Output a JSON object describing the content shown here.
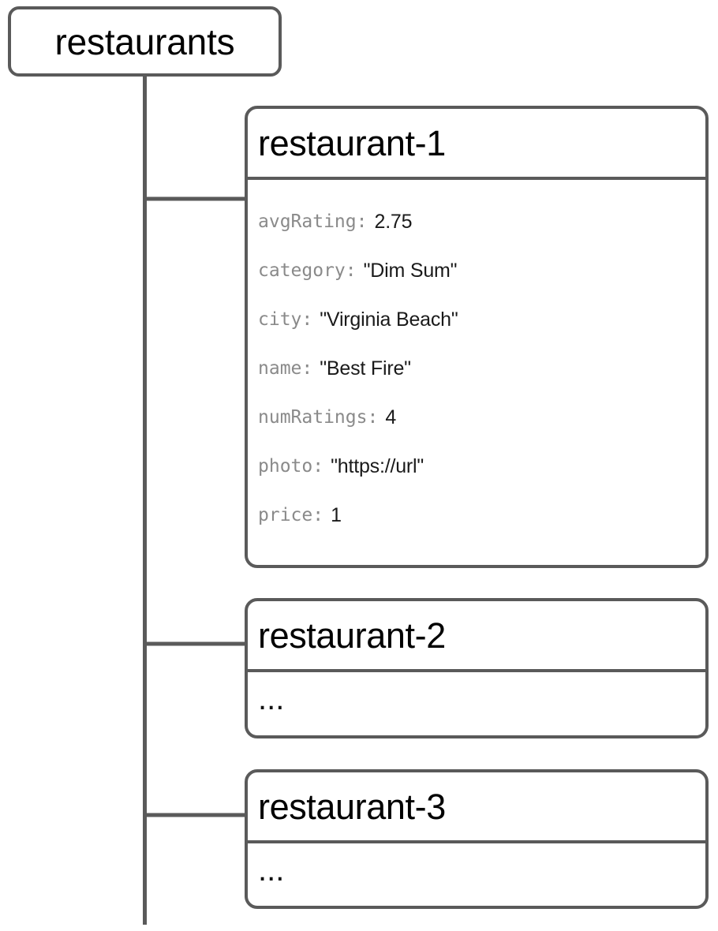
{
  "diagram": {
    "type": "firestore-collection-tree",
    "root": {
      "label": "restaurants",
      "kind": "collection"
    },
    "documents": [
      {
        "id": "restaurant-1",
        "expanded": true,
        "fields": [
          {
            "key": "avgRating:",
            "value": "2.75"
          },
          {
            "key": "category:",
            "value": "\"Dim Sum\""
          },
          {
            "key": "city:",
            "value": "\"Virginia Beach\""
          },
          {
            "key": "name:",
            "value": "\"Best Fire\""
          },
          {
            "key": "numRatings:",
            "value": "4"
          },
          {
            "key": "photo:",
            "value": "\"https://url\""
          },
          {
            "key": "price:",
            "value": "1"
          }
        ]
      },
      {
        "id": "restaurant-2",
        "expanded": false,
        "placeholder": "..."
      },
      {
        "id": "restaurant-3",
        "expanded": false,
        "placeholder": "..."
      }
    ]
  },
  "colors": {
    "stroke": "#5a5a5a",
    "key_text": "#8a8a8a",
    "value_text": "#1a1a1a",
    "title_text": "#000000",
    "background": "#ffffff"
  }
}
